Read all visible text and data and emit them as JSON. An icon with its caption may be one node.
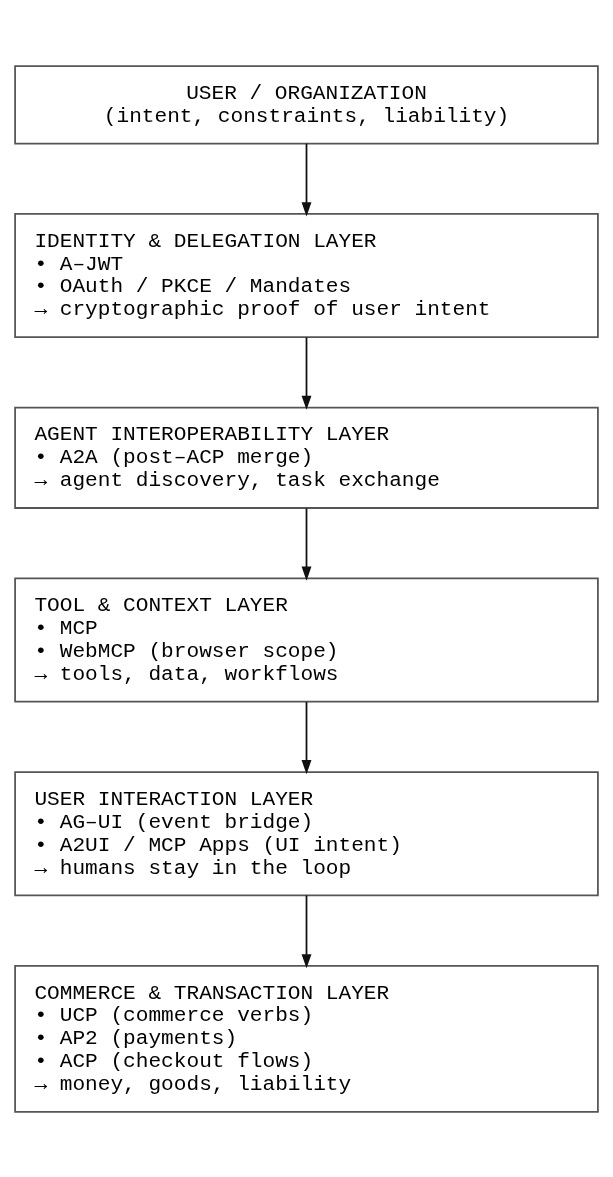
{
  "diagram": {
    "nodes": [
      {
        "text": [
          "USER / ORGANIZATION",
          "(intent, constraints, liability)"
        ]
      },
      {
        "text": [
          "IDENTITY & DELEGATION LAYER",
          "• A–JWT",
          "• OAuth / PKCE / Mandates",
          "→ cryptographic proof of user intent"
        ]
      },
      {
        "text": [
          "AGENT INTEROPERABILITY LAYER",
          "• A2A (post–ACP merge)",
          "→ agent discovery, task exchange"
        ]
      },
      {
        "text": [
          "TOOL & CONTEXT LAYER",
          "• MCP",
          "• WebMCP (browser scope)",
          "→ tools, data, workflows"
        ]
      },
      {
        "text": [
          "USER INTERACTION LAYER",
          "• AG–UI (event bridge)",
          "• A2UI / MCP Apps (UI intent)",
          "→ humans stay in the loop"
        ]
      },
      {
        "text": [
          "COMMERCE & TRANSACTION LAYER",
          "• UCP (commerce verbs)",
          "• AP2 (payments)",
          "• ACP (checkout flows)",
          "→ money, goods, liability"
        ]
      }
    ],
    "edges": [
      {
        "from": 0,
        "to": 1,
        "arrow": "to"
      },
      {
        "from": 1,
        "to": 2,
        "arrow": "to"
      },
      {
        "from": 2,
        "to": 3,
        "arrow": "to"
      },
      {
        "from": 3,
        "to": 4,
        "arrow": "to"
      },
      {
        "from": 4,
        "to": 5,
        "arrow": "to"
      }
    ]
  }
}
